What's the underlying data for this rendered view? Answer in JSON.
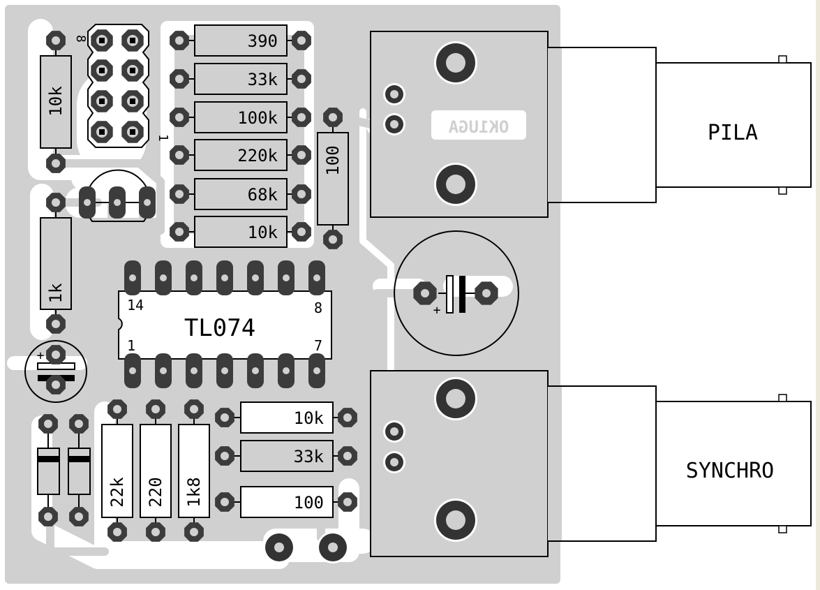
{
  "board": {
    "colors": {
      "copper_fill": "#d0d0d0",
      "clearance": "#ffffff",
      "pad": "#3c3c3c",
      "silkscreen": "#000000",
      "side_strip": "#ede9da"
    },
    "copper_text": "OK1UGA"
  },
  "connectors": {
    "header": {
      "pin_first": "1",
      "pin_last": "8"
    },
    "bnc_top": {
      "label": "PILA"
    },
    "bnc_bottom": {
      "label": "SYNCHRO"
    }
  },
  "ic": {
    "part": "TL074",
    "pin_labels": [
      "14",
      "8",
      "1",
      "7"
    ]
  },
  "resistors": {
    "column": [
      "390",
      "33k",
      "100k",
      "220k",
      "68k",
      "10k"
    ],
    "left_top": "10k",
    "left_mid": "1k",
    "vertical_100": "100",
    "bottom_vertical": [
      "22k",
      "220",
      "1k8"
    ],
    "bottom_horizontal": [
      "10k",
      "33k",
      "100"
    ]
  },
  "capacitors": {
    "polarity_mark": "+"
  }
}
